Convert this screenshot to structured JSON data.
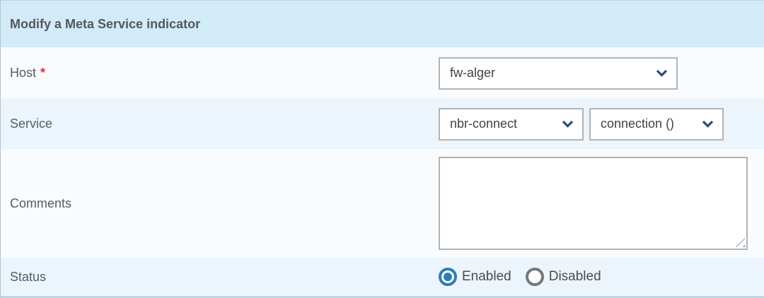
{
  "panel": {
    "title": "Modify a Meta Service indicator"
  },
  "fields": {
    "host": {
      "label": "Host",
      "required_marker": "*",
      "value": "fw-alger"
    },
    "service": {
      "label": "Service",
      "service_value": "nbr-connect",
      "metric_value": "connection ()"
    },
    "comments": {
      "label": "Comments",
      "value": ""
    },
    "status": {
      "label": "Status",
      "selected": "Enabled",
      "options": [
        {
          "label": "Enabled",
          "selected": true
        },
        {
          "label": "Disabled",
          "selected": false
        }
      ]
    }
  },
  "icons": {
    "chevron_down": "v-chevron",
    "resize_handle": "diagonal-grip"
  },
  "colors": {
    "header_bg": "#d2ebf8",
    "row_light": "#f8fcff",
    "row_shaded": "#ecf5fc",
    "radio_blue": "#2d7cb5",
    "radio_gray": "#73797d",
    "chevron_navy": "#2b4d73",
    "required_red": "#f0243c",
    "border_gray": "#b3b3b3",
    "bottom_border": "#c3d3df"
  }
}
